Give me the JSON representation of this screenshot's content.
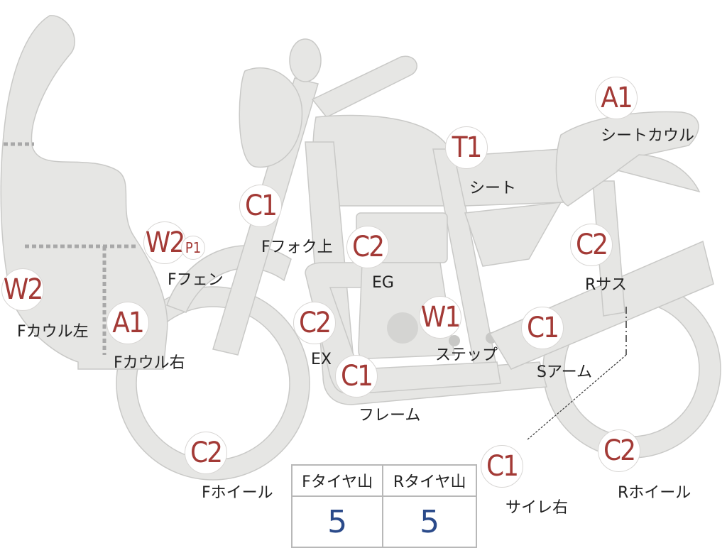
{
  "parts": [
    {
      "id": "f-cowl-left",
      "grade": "W2",
      "label": "Fカウル左"
    },
    {
      "id": "f-cowl-right",
      "grade": "A1",
      "label": "Fカウル右"
    },
    {
      "id": "f-fender",
      "grade": "W2",
      "sub_grade": "P1",
      "label": "Fフェン"
    },
    {
      "id": "f-fork-upper",
      "grade": "C1",
      "label": "Fフォク上"
    },
    {
      "id": "engine",
      "grade": "C2",
      "label": "EG"
    },
    {
      "id": "exhaust",
      "grade": "C2",
      "label": "EX"
    },
    {
      "id": "frame",
      "grade": "C1",
      "label": "フレーム"
    },
    {
      "id": "step",
      "grade": "W1",
      "label": "ステップ"
    },
    {
      "id": "seat",
      "grade": "T1",
      "label": "シート"
    },
    {
      "id": "seat-cowl",
      "grade": "A1",
      "label": "シートカウル"
    },
    {
      "id": "rear-suspension",
      "grade": "C2",
      "label": "Rサス"
    },
    {
      "id": "swing-arm",
      "grade": "C1",
      "label": "Sアーム"
    },
    {
      "id": "f-wheel",
      "grade": "C2",
      "label": "Fホイール"
    },
    {
      "id": "r-wheel",
      "grade": "C2",
      "label": "Rホイール"
    },
    {
      "id": "muffler-right",
      "grade": "C1",
      "label": "サイレ右"
    }
  ],
  "tire_table": {
    "headers": [
      "Fタイヤ山",
      "Rタイヤ山"
    ],
    "values": [
      "5",
      "5"
    ]
  },
  "colors": {
    "grade_text": "#a33a36",
    "tire_value": "#2a4a8a",
    "silhouette": "#e6e6e4"
  }
}
